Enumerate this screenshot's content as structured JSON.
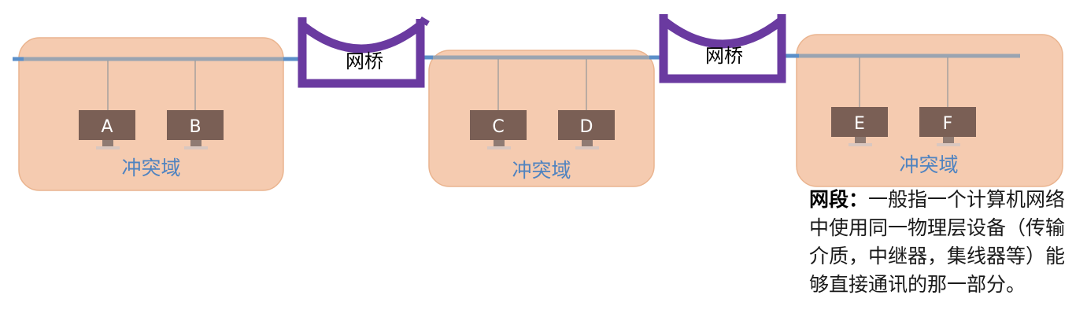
{
  "zones": [
    {
      "label": "冲突域",
      "hosts": [
        "A",
        "B"
      ]
    },
    {
      "label": "冲突域",
      "hosts": [
        "C",
        "D"
      ]
    },
    {
      "label": "冲突域",
      "hosts": [
        "E",
        "F"
      ]
    }
  ],
  "bridges": [
    {
      "label": "网桥"
    },
    {
      "label": "网桥"
    }
  ],
  "note": {
    "term": "网段",
    "separator": "：",
    "text": "一般指一个计算机网络中使用同一物理层设备（传输介质，中继器，集线器等）能够直接通讯的那一部分。"
  },
  "colors": {
    "zone_fill": "#f5cbb0",
    "bridge": "#6a3aa0",
    "bus_blue": "#5b8fc9",
    "bus_gray": "#9aa4b1",
    "zone_label": "#4f83c0"
  }
}
